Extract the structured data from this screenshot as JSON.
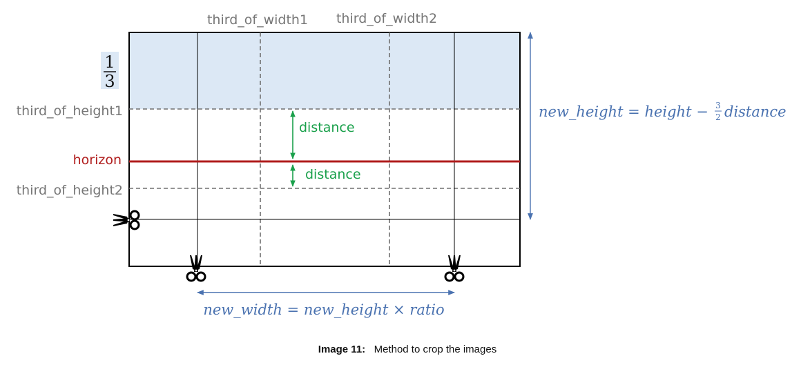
{
  "labels": {
    "third_of_width1": "third_of_width1",
    "third_of_width2": "third_of_width2",
    "third_of_height1": "third_of_height1",
    "third_of_height2": "third_of_height2",
    "horizon": "horizon",
    "distance_upper": "distance",
    "distance_lower": "distance"
  },
  "fraction": {
    "numerator": "1",
    "denominator": "3"
  },
  "formulas": {
    "new_height_lhs": "new_height = height −",
    "new_height_frac_num": "3",
    "new_height_frac_den": "2",
    "new_height_rhs": "distance",
    "new_width": "new_width = new_height × ratio"
  },
  "caption": {
    "number": "Image 11:",
    "text": "Method to crop the images"
  },
  "icons": {
    "scissors": "scissors-icon"
  },
  "colors": {
    "top_region": "#dce8f5",
    "horizon": "#b01c1c",
    "distance": "#1aa04b",
    "measure": "#4a72b0",
    "label_gray": "#767676"
  }
}
